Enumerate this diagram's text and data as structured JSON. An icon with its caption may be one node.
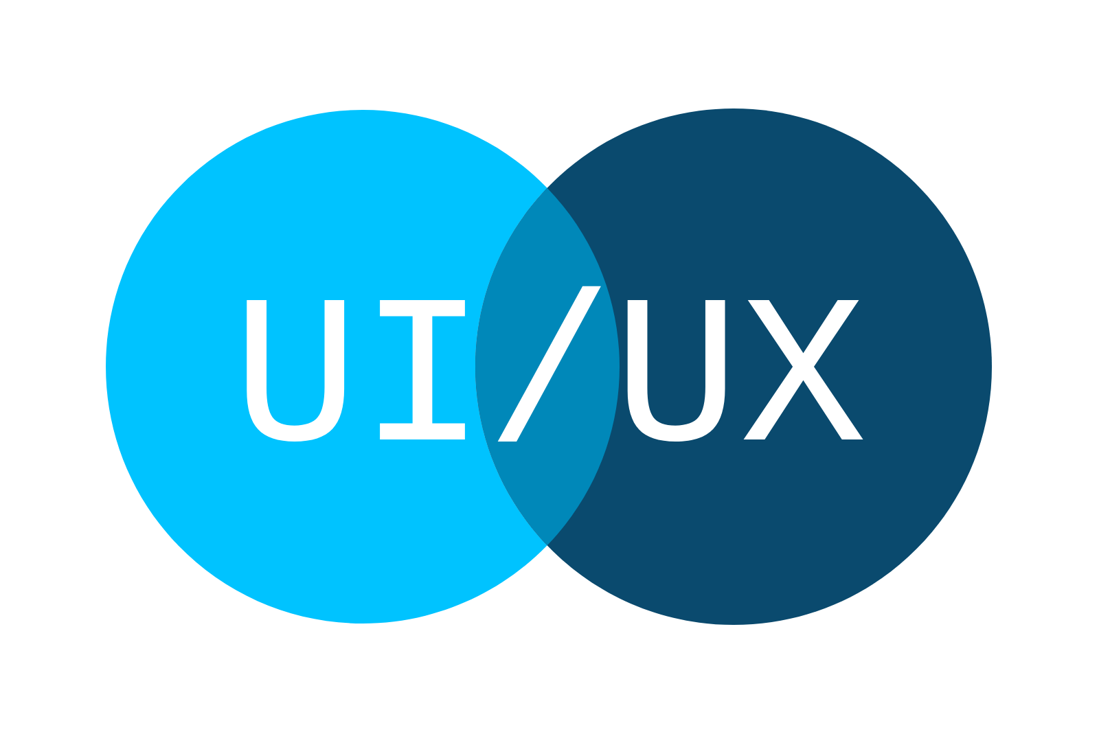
{
  "diagram": {
    "nodes": [
      {
        "text": [],
        "shape": "circle"
      },
      {
        "text": [],
        "shape": "circle"
      }
    ],
    "labels": [
      "UI/UX"
    ]
  }
}
